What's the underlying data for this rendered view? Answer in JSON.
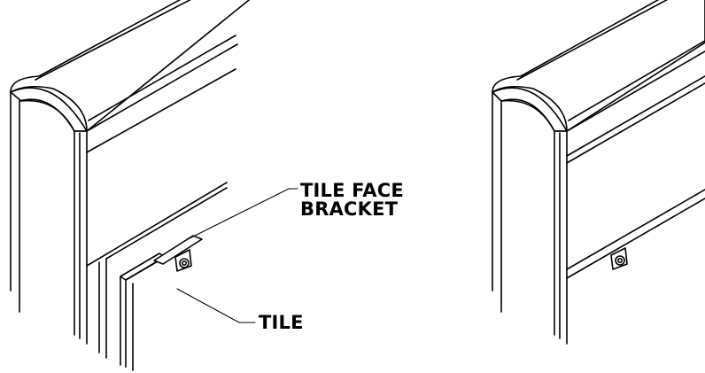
{
  "callouts": {
    "tile_face_bracket_line1": "TILE FACE",
    "tile_face_bracket_line2": "BRACKET",
    "tile": "TILE"
  },
  "colors": {
    "ink": "#000000",
    "paper": "#ffffff"
  }
}
